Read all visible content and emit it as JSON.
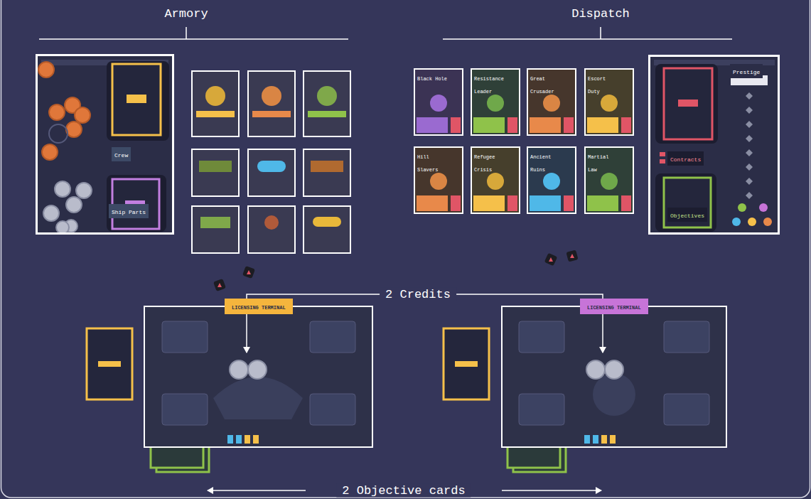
{
  "diagram": {
    "nodes": [
      {
        "text": [
          "Crew",
          "Ship Parts"
        ]
      },
      {
        "text": [
          "Black Hole"
        ]
      },
      {
        "text": [
          "Resistance Leader"
        ]
      },
      {
        "text": [
          "Great Crusader"
        ]
      },
      {
        "text": [
          "Escort Duty"
        ]
      },
      {
        "text": [
          "Hill Slavers"
        ]
      },
      {
        "text": [
          "Refugee Crisis"
        ]
      },
      {
        "text": [
          "Ancient Ruins"
        ]
      },
      {
        "text": [
          "Martial Law"
        ]
      },
      {
        "text": [
          "Prestige",
          "Contracts",
          "Objectives"
        ]
      },
      {
        "text": [
          "LICENSING TERMINAL"
        ]
      },
      {
        "text": [
          "LICENSING TERMINAL"
        ]
      }
    ],
    "labels": [
      "Armory",
      "Dispatch",
      "2 Credits",
      "2 Objective cards"
    ]
  }
}
